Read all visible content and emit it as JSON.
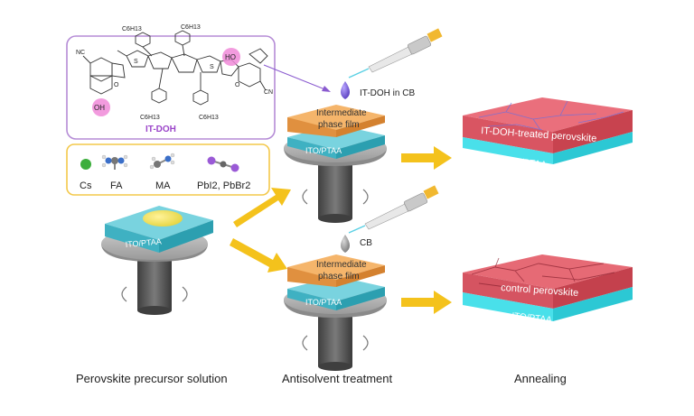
{
  "molecule": {
    "name": "IT-DOH",
    "substituent": "C6H13",
    "oh_left": "OH",
    "oh_right": "HO",
    "cn": "NC",
    "cn_right": "CN",
    "carbonyl": "O",
    "sulfur": "S"
  },
  "precursors": [
    {
      "label": "Cs"
    },
    {
      "label": "FA"
    },
    {
      "label": "MA"
    },
    {
      "label": "PbI2, PbBr2"
    }
  ],
  "substrate_label": "ITO/PTAA",
  "intermediate_film": [
    "Intermediate",
    "phase film"
  ],
  "dropper_top": "IT-DOH in CB",
  "dropper_bottom": "CB",
  "result_top": "IT-DOH-treated perovskite",
  "result_bottom": "control perovskite",
  "captions": {
    "step1": "Perovskite precursor solution",
    "step2": "Antisolvent treatment",
    "step3": "Annealing"
  },
  "colors": {
    "purple_frame": "#b58cd6",
    "yellow_frame": "#f3c84a",
    "arrow": "#f4c21c",
    "substrate": "#5ec7d6",
    "film": "#f2a95e",
    "perovskite": "#e8606e",
    "ito": "#49e0ea",
    "stage": "#8a8a8a"
  }
}
